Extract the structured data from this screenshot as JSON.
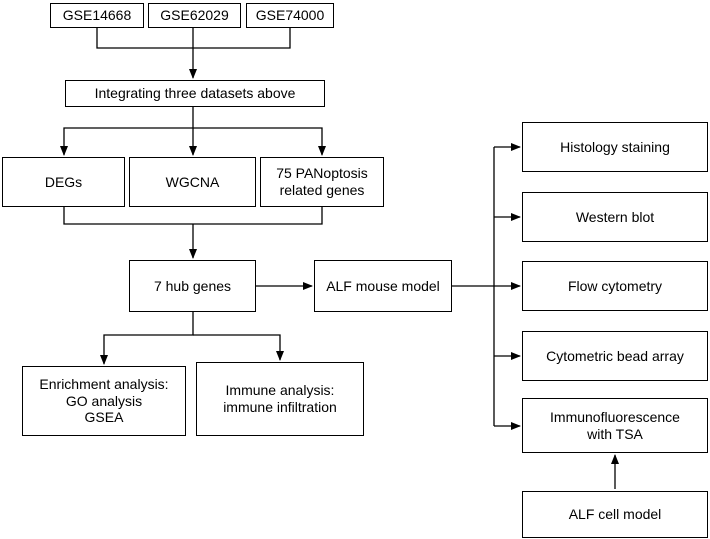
{
  "nodes": {
    "gse14668": "GSE14668",
    "gse62029": "GSE62029",
    "gse74000": "GSE74000",
    "integrate": "Integrating three datasets above",
    "degs": "DEGs",
    "wgcna": "WGCNA",
    "panoptosis": "75 PANoptosis\nrelated genes",
    "hub": "7 hub genes",
    "alf_mouse": "ALF mouse model",
    "enrichment": "Enrichment analysis:\nGO analysis\nGSEA",
    "immune": "Immune analysis:\nimmune infiltration",
    "histology": "Histology staining",
    "western": "Western blot",
    "flow": "Flow cytometry",
    "cba": "Cytometric bead array",
    "if_tsa": "Immunofluorescence\nwith TSA",
    "alf_cell": "ALF cell model"
  },
  "colors": {
    "stroke": "#000000",
    "fill": "#ffffff"
  }
}
